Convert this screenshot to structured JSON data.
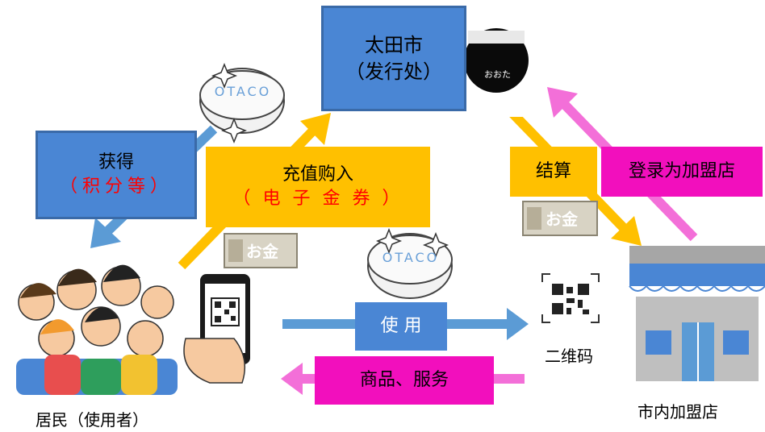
{
  "issuer": {
    "line1": "太田市",
    "line2": "（发行处）"
  },
  "card": {
    "text": "おおた"
  },
  "earn": {
    "line1": "获得",
    "line2": "（积分等）"
  },
  "charge": {
    "line1": "充值购入",
    "line2": "（ 电 子 金 券 ）"
  },
  "settle": {
    "label": "结算"
  },
  "register": {
    "label": "登录为加盟店"
  },
  "use": {
    "label": "使 用"
  },
  "goods": {
    "label": "商品、服务"
  },
  "qr": {
    "label": "二维码"
  },
  "residents": {
    "label": "居民（使用者）"
  },
  "store": {
    "label": "市内加盟店"
  },
  "coin": {
    "text": "OTACO"
  },
  "money": {
    "text": "お金"
  },
  "colors": {
    "blue_box": "#4a86d4",
    "yellow_box": "#ffc000",
    "pink_box": "#f20fbd",
    "blue_arrow": "#5b9bd5",
    "yellow_arrow": "#ffc000",
    "pink_arrow": "#f36fd8"
  }
}
